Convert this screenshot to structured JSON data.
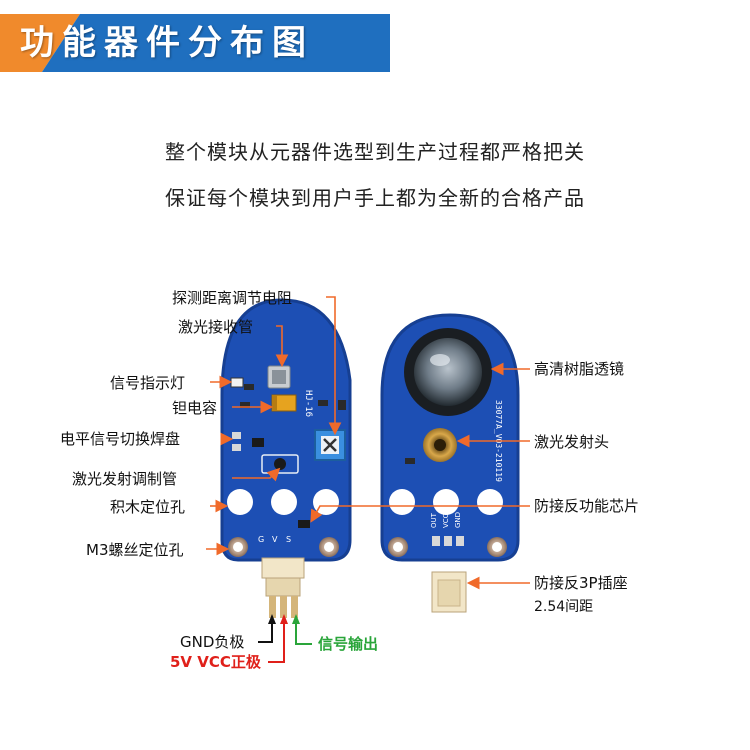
{
  "header": {
    "title": "功能器件分布图",
    "accent_color": "#1f6fbf",
    "stripe_color": "#f08a2c"
  },
  "taglines": [
    "整个模块从元器件选型到生产过程都严格把关",
    "保证每个模块到用户手上都为全新的合格产品"
  ],
  "left_labels": {
    "distance_pot": "探测距离调节电阻",
    "laser_receiver": "激光接收管",
    "signal_led": "信号指示灯",
    "tantalum_cap": "钽电容",
    "level_pad": "电平信号切换焊盘",
    "laser_mod_tube": "激光发射调制管",
    "block_hole": "积木定位孔",
    "m3_hole": "M3螺丝定位孔"
  },
  "right_labels": {
    "lens": "高清树脂透镜",
    "laser_head": "激光发射头",
    "anti_reverse_chip": "防接反功能芯片",
    "anti_reverse_socket": "防接反3P插座",
    "pitch": "2.54间距"
  },
  "pins": {
    "gnd": "GND负极",
    "vcc": "5V VCC正极",
    "signal": "信号输出"
  },
  "pcb_silk": {
    "front_model": "HJ-16",
    "pins_front": [
      "G",
      "V",
      "S"
    ],
    "back_code": "33077A_V03-210119",
    "back_pins": [
      "OUT",
      "VCC",
      "GND"
    ]
  },
  "colors": {
    "pcb": "#1d4fb4",
    "pcb_edge": "#163f92",
    "arrow": "#f06a2a",
    "gnd": "#111111",
    "vcc": "#e0201a",
    "sig": "#2aa53a"
  }
}
